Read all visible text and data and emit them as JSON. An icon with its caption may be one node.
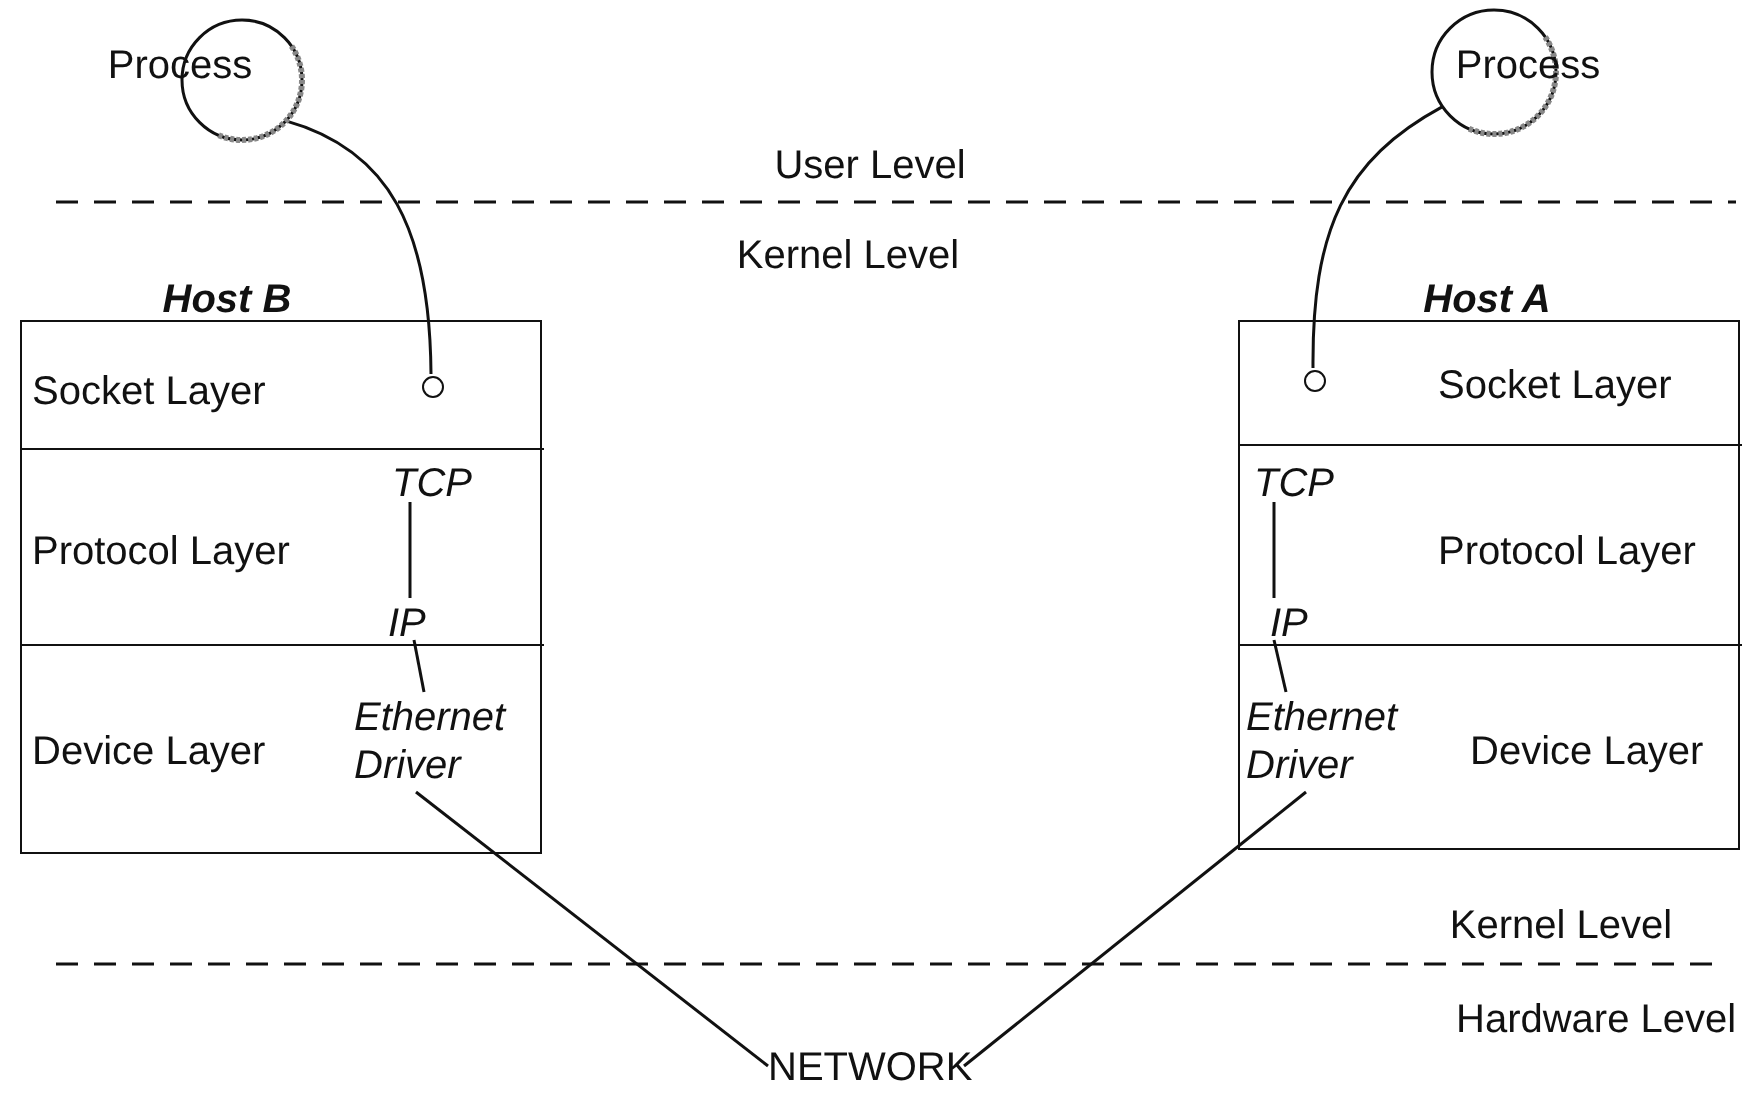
{
  "diagram": {
    "nodes": [
      {
        "text": [
          "Process"
        ]
      },
      {
        "text": [
          "Process"
        ]
      },
      {
        "text": [
          "Host B"
        ]
      },
      {
        "text": [
          "Socket Layer"
        ],
        "in": 2
      },
      {
        "text": [],
        "shape": "circle",
        "in": 3
      },
      {
        "text": [
          "Protocol Layer"
        ],
        "in": 2
      },
      {
        "text": [
          "TCP"
        ],
        "in": 5
      },
      {
        "text": [
          "IP"
        ],
        "in": 5
      },
      {
        "text": [
          "Device Layer"
        ],
        "in": 2
      },
      {
        "text": [
          "Ethernet Driver"
        ],
        "in": 8
      },
      {
        "text": [
          "Host A"
        ]
      },
      {
        "text": [
          "Socket Layer"
        ],
        "in": 10
      },
      {
        "text": [],
        "shape": "circle",
        "in": 11
      },
      {
        "text": [
          "Protocol Layer"
        ],
        "in": 10
      },
      {
        "text": [
          "TCP"
        ],
        "in": 13
      },
      {
        "text": [
          "IP"
        ],
        "in": 13
      },
      {
        "text": [
          "Device Layer"
        ],
        "in": 10
      },
      {
        "text": [
          "Ethernet Driver"
        ],
        "in": 16
      },
      {
        "text": [
          "NETWORK"
        ]
      }
    ],
    "edges": [
      {
        "from": 0,
        "to": 4,
        "arrow": "none"
      },
      {
        "from": 1,
        "to": 12,
        "arrow": "none"
      },
      {
        "from": 6,
        "to": 7,
        "arrow": "none"
      },
      {
        "from": 7,
        "to": 9,
        "arrow": "none"
      },
      {
        "from": 14,
        "to": 15,
        "arrow": "none"
      },
      {
        "from": 15,
        "to": 17,
        "arrow": "none"
      },
      {
        "from": 9,
        "to": 18,
        "arrow": "none"
      },
      {
        "from": 17,
        "to": 18,
        "arrow": "none"
      }
    ],
    "labels": [
      "User Level",
      "Kernel Level",
      "Kernel Level",
      "Hardware Level"
    ]
  }
}
